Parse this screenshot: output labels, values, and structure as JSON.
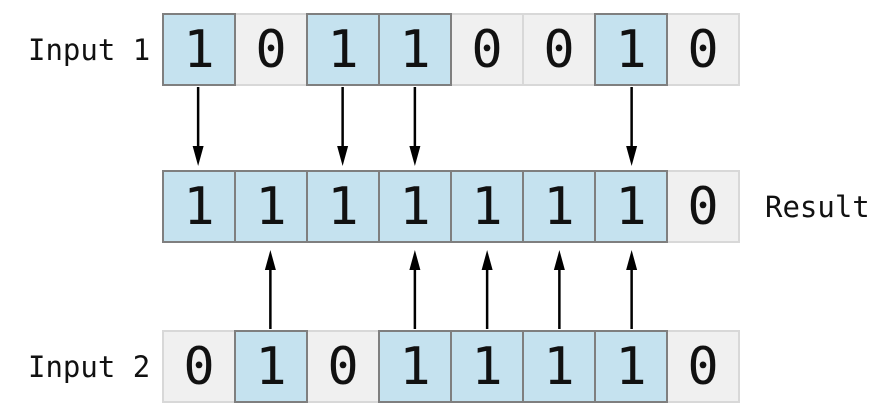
{
  "diagram": {
    "operation": "bitwise-or",
    "rows": [
      {
        "id": "input1",
        "label": "Input 1",
        "label_side": "left",
        "bits": [
          "1",
          "0",
          "1",
          "1",
          "0",
          "0",
          "1",
          "0"
        ]
      },
      {
        "id": "result",
        "label": "Result",
        "label_side": "right",
        "bits": [
          "1",
          "1",
          "1",
          "1",
          "1",
          "1",
          "1",
          "0"
        ]
      },
      {
        "id": "input2",
        "label": "Input 2",
        "label_side": "left",
        "bits": [
          "0",
          "1",
          "0",
          "1",
          "1",
          "1",
          "1",
          "0"
        ]
      }
    ],
    "arrows": {
      "down_from_input1": [
        0,
        2,
        3,
        6
      ],
      "up_from_input2": [
        1,
        3,
        4,
        5,
        6
      ]
    },
    "colors": {
      "bit_one_fill": "#c5e2ef",
      "bit_one_border": "#7f7f7f",
      "bit_zero_fill": "#f0f0f0",
      "bit_zero_border": "#d8d8d8",
      "arrow": "#000000",
      "text": "#111111"
    }
  }
}
